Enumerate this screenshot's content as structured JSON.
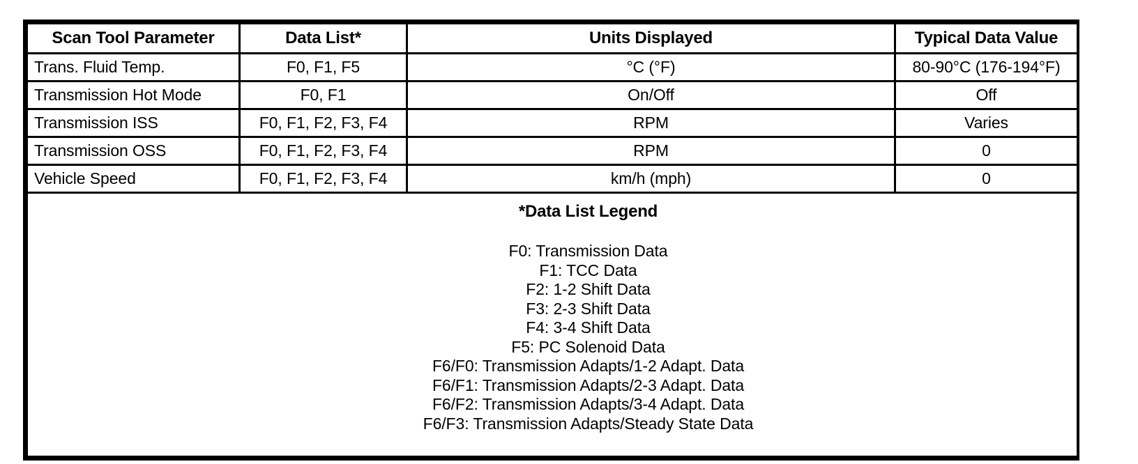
{
  "table": {
    "columns": [
      {
        "key": "parameter",
        "label": "Scan Tool Parameter"
      },
      {
        "key": "data_list",
        "label": "Data List*"
      },
      {
        "key": "units",
        "label": "Units Displayed"
      },
      {
        "key": "typical",
        "label": "Typical Data Value"
      }
    ],
    "rows": [
      {
        "parameter": "Trans. Fluid Temp.",
        "data_list": "F0, F1, F5",
        "units": "°C (°F)",
        "typical": "80-90°C (176-194°F)"
      },
      {
        "parameter": "Transmission Hot Mode",
        "data_list": "F0, F1",
        "units": "On/Off",
        "typical": "Off"
      },
      {
        "parameter": "Transmission ISS",
        "data_list": "F0, F1, F2, F3, F4",
        "units": "RPM",
        "typical": "Varies"
      },
      {
        "parameter": "Transmission OSS",
        "data_list": "F0, F1, F2, F3, F4",
        "units": "RPM",
        "typical": "0"
      },
      {
        "parameter": "Vehicle Speed",
        "data_list": "F0, F1, F2, F3, F4",
        "units": "km/h (mph)",
        "typical": "0"
      }
    ]
  },
  "legend": {
    "title": "*Data List Legend",
    "entries": [
      "F0: Transmission Data",
      "F1: TCC Data",
      "F2: 1-2 Shift Data",
      "F3: 2-3 Shift Data",
      "F4: 3-4 Shift Data",
      "F5: PC Solenoid Data",
      "F6/F0: Transmission Adapts/1-2 Adapt. Data",
      "F6/F1: Transmission Adapts/2-3 Adapt. Data",
      "F6/F2: Transmission Adapts/3-4 Adapt. Data",
      "F6/F3: Transmission Adapts/Steady State Data"
    ]
  },
  "colors": {
    "border": "#000000",
    "text": "#000000",
    "background": "#ffffff"
  }
}
